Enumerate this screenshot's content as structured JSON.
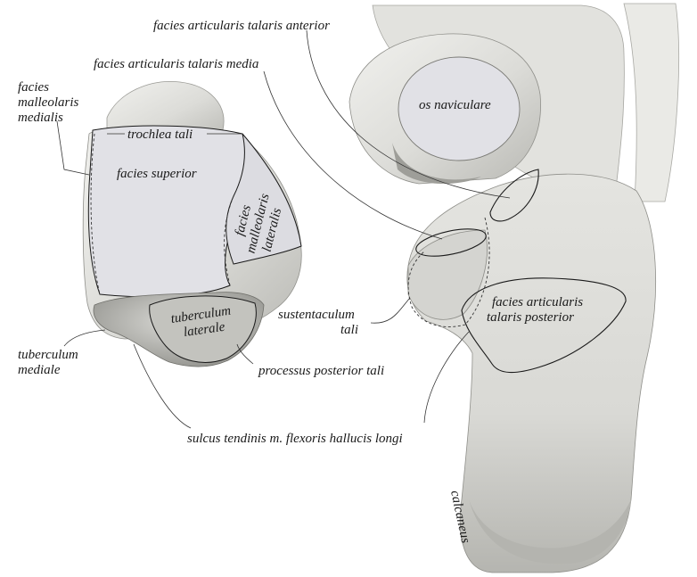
{
  "colors": {
    "background": "#ffffff",
    "bone_light": "#e9e9e6",
    "bone_mid": "#d6d6d2",
    "bone_shadow": "#a7a7a2",
    "bone_dark": "#6e6e69",
    "articular_surface": "#e1e1e6",
    "label_text": "#1a1a1a",
    "leader_line": "#333333"
  },
  "labels": {
    "facies_articularis_talaris_anterior": "facies articularis talaris anterior",
    "facies_articularis_talaris_media": "facies articularis talaris media",
    "facies_malleolaris_medialis_1": "facies",
    "facies_malleolaris_medialis_2": "malleolaris",
    "facies_malleolaris_medialis_3": "medialis",
    "trochlea_tali": "trochlea tali",
    "facies_superior": "facies superior",
    "facies_malleolaris_lateralis_1": "facies",
    "facies_malleolaris_lateralis_2": "malleolaris",
    "facies_malleolaris_lateralis_3": "lateralis",
    "os_naviculare": "os naviculare",
    "tuberculum_laterale_1": "tuberculum",
    "tuberculum_laterale_2": "laterale",
    "sustentaculum_tali_1": "sustentaculum",
    "sustentaculum_tali_2": "tali",
    "facies_articularis_talaris_posterior_1": "facies articularis",
    "facies_articularis_talaris_posterior_2": "talaris posterior",
    "tuberculum_mediale_1": "tuberculum",
    "tuberculum_mediale_2": "mediale",
    "processus_posterior_tali": "processus posterior tali",
    "sulcus_tendinis": "sulcus tendinis m. flexoris hallucis longi",
    "calcaneus": "calcaneus"
  }
}
